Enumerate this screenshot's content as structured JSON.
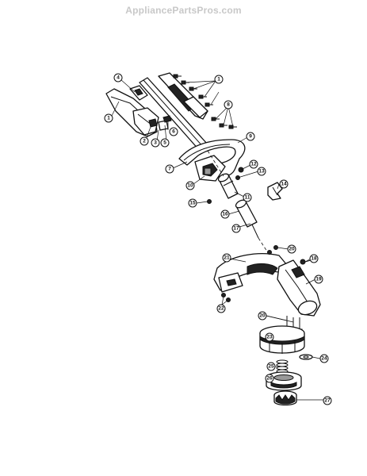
{
  "watermark": "AppliancePartsPros.com",
  "callouts": [
    {
      "id": "1a",
      "label": "1"
    },
    {
      "id": "1b",
      "label": "1"
    },
    {
      "id": "2",
      "label": "2"
    },
    {
      "id": "3",
      "label": "3"
    },
    {
      "id": "4",
      "label": "4"
    },
    {
      "id": "5",
      "label": "5"
    },
    {
      "id": "6",
      "label": "6"
    },
    {
      "id": "7",
      "label": "7"
    },
    {
      "id": "8",
      "label": "8"
    },
    {
      "id": "9",
      "label": "9"
    },
    {
      "id": "10",
      "label": "10"
    },
    {
      "id": "11",
      "label": "11"
    },
    {
      "id": "12",
      "label": "12"
    },
    {
      "id": "13",
      "label": "13"
    },
    {
      "id": "14",
      "label": "14"
    },
    {
      "id": "15",
      "label": "15"
    },
    {
      "id": "16",
      "label": "16"
    },
    {
      "id": "17",
      "label": "17"
    },
    {
      "id": "18",
      "label": "18"
    },
    {
      "id": "19",
      "label": "19"
    },
    {
      "id": "20a",
      "label": "20"
    },
    {
      "id": "20b",
      "label": "20"
    },
    {
      "id": "21",
      "label": "21"
    },
    {
      "id": "22",
      "label": "22"
    },
    {
      "id": "23",
      "label": "23"
    },
    {
      "id": "24",
      "label": "24"
    },
    {
      "id": "25",
      "label": "25"
    },
    {
      "id": "26",
      "label": "26"
    },
    {
      "id": "27",
      "label": "27"
    }
  ]
}
